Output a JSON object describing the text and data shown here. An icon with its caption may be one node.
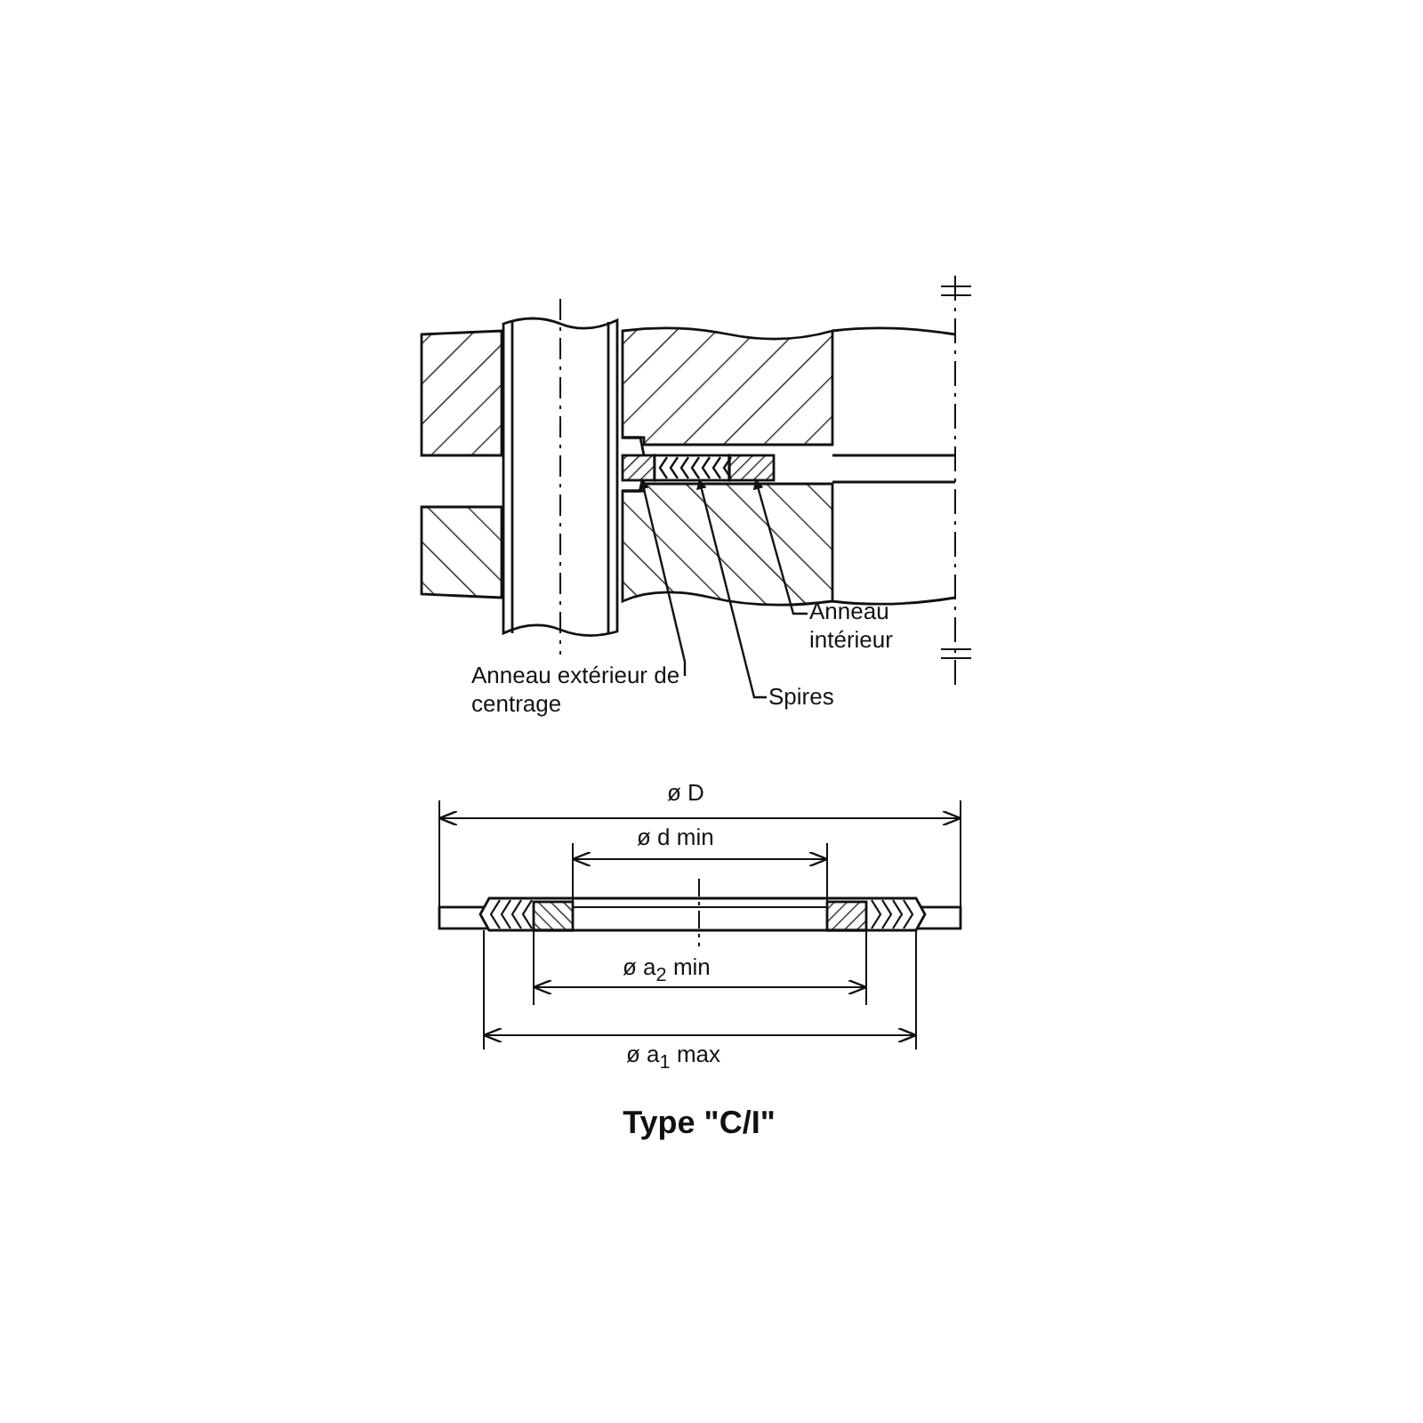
{
  "diagram": {
    "caption": "Type \"C/I\"",
    "nodes": [
      {
        "text": [
          "Anneau extérieur de centrage"
        ]
      },
      {
        "text": [
          "Spires"
        ]
      },
      {
        "text": [
          "Anneau intérieur"
        ]
      },
      {
        "text": [],
        "shape": "bar"
      },
      {
        "text": [],
        "shape": "bar"
      },
      {
        "text": [],
        "shape": "bar"
      }
    ],
    "edges": [
      {
        "from": 0,
        "to": 3,
        "arrow": "to"
      },
      {
        "from": 1,
        "to": 4,
        "arrow": "to"
      },
      {
        "from": 2,
        "to": 5,
        "arrow": "to"
      }
    ],
    "labels": [
      "ø D",
      "ø d min",
      "ø a$_{2}$ min",
      "ø a$_{1}$ max"
    ]
  }
}
